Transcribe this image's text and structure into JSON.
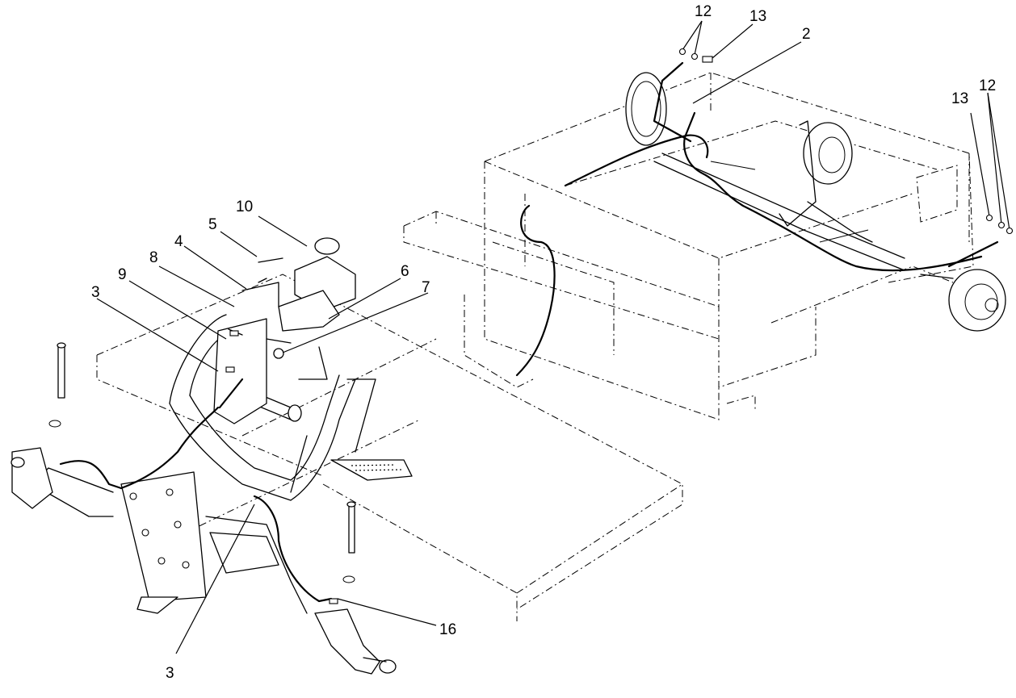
{
  "callouts": {
    "c12_top": "12",
    "c13_top": "13",
    "c2": "2",
    "c13_right": "13",
    "c12_right": "12",
    "c10": "10",
    "c5": "5",
    "c4": "4",
    "c8": "8",
    "c9": "9",
    "c3_upper": "3",
    "c6": "6",
    "c7": "7",
    "c16": "16",
    "c3_lower": "3"
  }
}
